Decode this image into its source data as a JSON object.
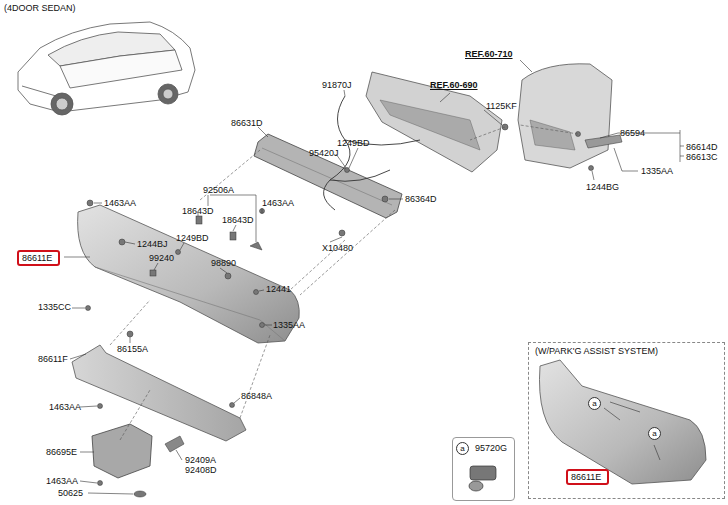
{
  "diagram": {
    "nodes": [
      {
        "text": [
          "86611E"
        ]
      },
      {
        "text": [
          "95720G"
        ]
      },
      {
        "text": [
          "a"
        ],
        "in": 1
      },
      {
        "text": [
          "(W/PARK'G ASSIST SYSTEM)"
        ]
      },
      {
        "text": [
          "a"
        ],
        "in": 3
      },
      {
        "text": [
          "a"
        ],
        "in": 3
      },
      {
        "text": [
          "86611E"
        ],
        "in": 3
      }
    ],
    "labels": [
      "(4DOOR SEDAN)",
      "REF.60-710",
      "91870J",
      "REF.60-690",
      "1125KF",
      "86631D",
      "86594",
      "86614D",
      "86613C",
      "1249BD",
      "95420J",
      "1335AA",
      "1244BG",
      "92506A",
      "86364D",
      "1463AA",
      "18643D",
      "18643D",
      "1463AA",
      "X10480",
      "1244BJ",
      "1249BD",
      "99240",
      "98890",
      "12441",
      "1335CC",
      "1335AA",
      "86155A",
      "86611F",
      "86848A",
      "1463AA",
      "86695E",
      "92409A",
      "92408D",
      "1463AA",
      "50625"
    ]
  }
}
